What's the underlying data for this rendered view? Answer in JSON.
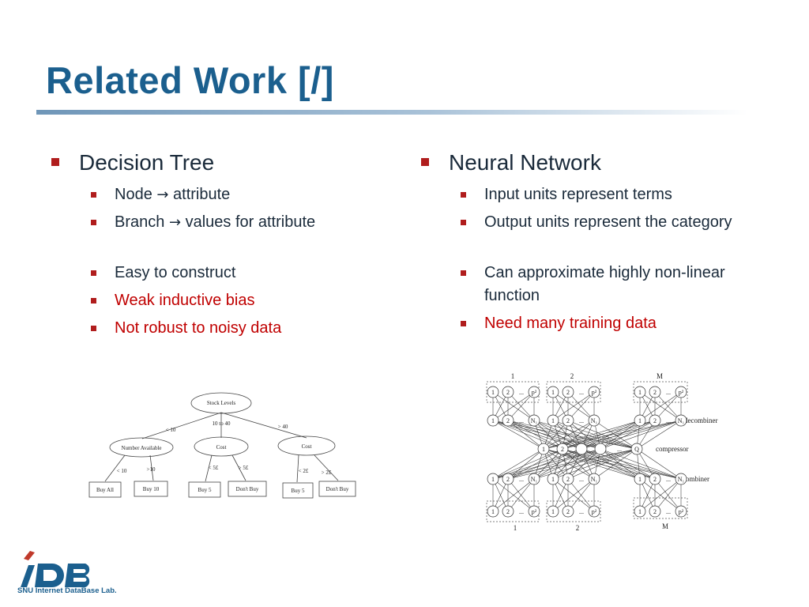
{
  "slide": {
    "title": "Related Work [/]"
  },
  "left": {
    "heading": "Decision Tree",
    "items_a": [
      {
        "text": "Node ",
        "arrow": "→",
        "after": " attribute"
      },
      {
        "text": "Branch ",
        "arrow": "→",
        "after": " values for attribute"
      }
    ],
    "items_b": [
      "Easy to construct",
      "Weak inductive bias",
      "Not robust to noisy data"
    ]
  },
  "right": {
    "heading": "Neural Network",
    "items_a": [
      "Input units represent terms",
      "Output units represent the category"
    ],
    "items_b": [
      "Can approximate highly non-linear function",
      "Need many training data"
    ]
  },
  "tree": {
    "root": "Stock Levels",
    "root_edges": [
      "< 10",
      "10 to 40",
      "> 40"
    ],
    "mid_nodes": [
      "Number Available",
      "Cost",
      "Cost"
    ],
    "mid_edges": [
      "< 10",
      ">10",
      "< 5£",
      "> 5£",
      "< 2£",
      "> 2£"
    ],
    "leaves": [
      "Buy All",
      "Buy 10",
      "Buy 5",
      "Don't Buy",
      "Buy 5",
      "Don't Buy"
    ]
  },
  "network": {
    "top_groups": [
      "1",
      "2",
      "M"
    ],
    "bottom_groups": [
      "1",
      "2",
      "M"
    ],
    "layer_labels": [
      "decombiner",
      "compressor",
      "combiner"
    ],
    "unit_labels": [
      "1",
      "2",
      "...",
      "p²",
      "N₁",
      "Q"
    ]
  },
  "logo": {
    "caption": "SNU Internet DataBase Lab.",
    "mark": "iDB"
  },
  "colors": {
    "title": "#1b5f8e",
    "bullet": "#b01d1d",
    "emphasis": "#c00000"
  }
}
